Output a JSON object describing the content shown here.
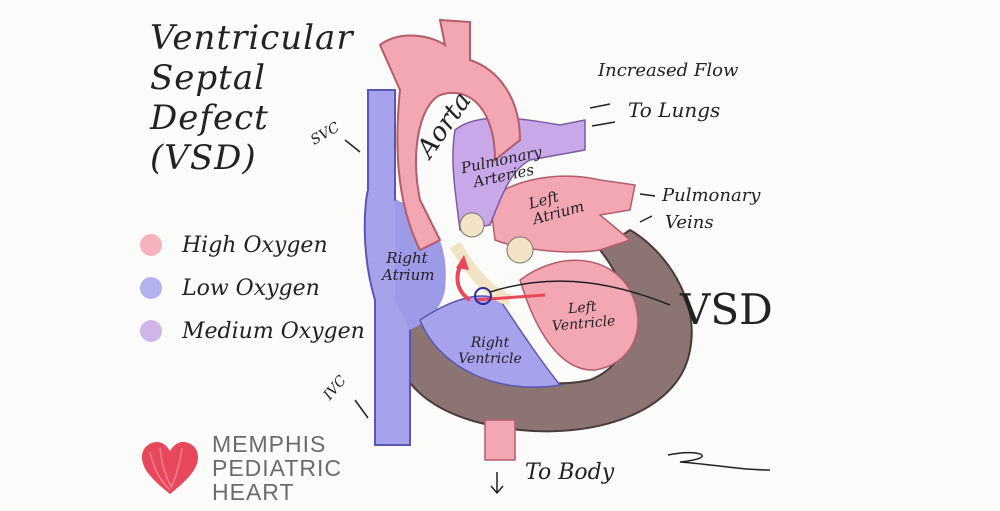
{
  "title": "Ventricular\nSeptal\nDefect\n(VSD)",
  "legend": [
    {
      "label": "High Oxygen",
      "color": "#f2a7b3"
    },
    {
      "label": "Low Oxygen",
      "color": "#a6a3ec"
    },
    {
      "label": "Medium Oxygen",
      "color": "#c8a8e8"
    }
  ],
  "anatomy": {
    "aorta": "Aorta",
    "pulmonary_arteries": "Pulmonary Arteries",
    "left_atrium": "Left Atrium",
    "right_atrium": "Right Atrium",
    "left_ventricle": "Left Ventricle",
    "right_ventricle": "Right Ventricle",
    "svc": "SVC",
    "ivc": "IVC"
  },
  "annotations": {
    "increased_flow": "Increased Flow",
    "to_lungs": "To Lungs",
    "pulmonary": "Pulmonary",
    "veins": "Veins",
    "vsd": "VSD",
    "to_body": "To Body"
  },
  "logo": {
    "text": "MEMPHIS\nPEDIATRIC\nHEART",
    "color": "#e8475c"
  }
}
